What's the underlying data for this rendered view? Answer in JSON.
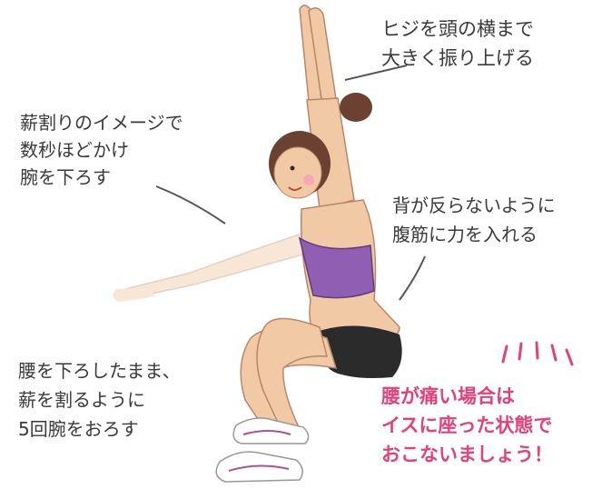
{
  "annotations": {
    "top_right": "ヒジを頭の横まで\n大きく振り上げる",
    "top_left": "薪割りのイメージで\n数秒ほどかけ\n腕を下ろす",
    "middle_right": "背が反らないように\n腹筋に力を入れる",
    "bottom_left": "腰を下ろしたまま、\n薪を割るように\n5回腕をおろす",
    "warning": "腰が痛い場合は\nイスに座った状態で\nおこないましょう！"
  },
  "colors": {
    "text": "#3a3a3a",
    "warning": "#e5407a",
    "skin": "#f2c9a5",
    "top": "#8e5fb3",
    "shorts": "#2b2b2b",
    "shoes": "#ffffff",
    "hair": "#6b4232"
  }
}
